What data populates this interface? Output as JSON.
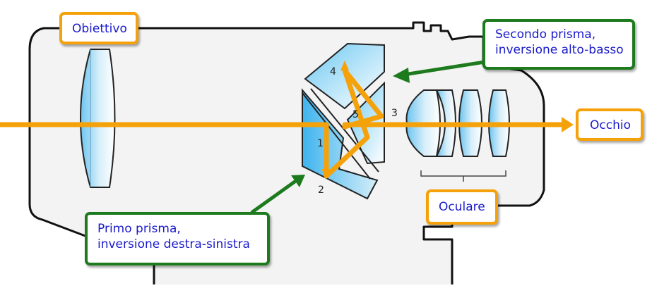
{
  "labels": {
    "objective": "Obiettivo",
    "second_prism_line1": "Secondo prisma,",
    "second_prism_line2": "inversione alto-basso",
    "eye": "Occhio",
    "eyepiece": "Oculare",
    "first_prism_line1": "Primo prisma,",
    "first_prism_line2": "inversione destra-sinistra"
  },
  "reflection_numbers": [
    "1",
    "2",
    "3",
    "4",
    "5"
  ],
  "colors": {
    "light_path": "#f5a10a",
    "label_border_primary": "#f5a10a",
    "label_border_secondary": "#1d7a1d",
    "pointer_arrow": "#1d7a1d",
    "label_text": "#1a1acc",
    "glass": "#8fd0f2",
    "body": "#f3f3f3"
  }
}
